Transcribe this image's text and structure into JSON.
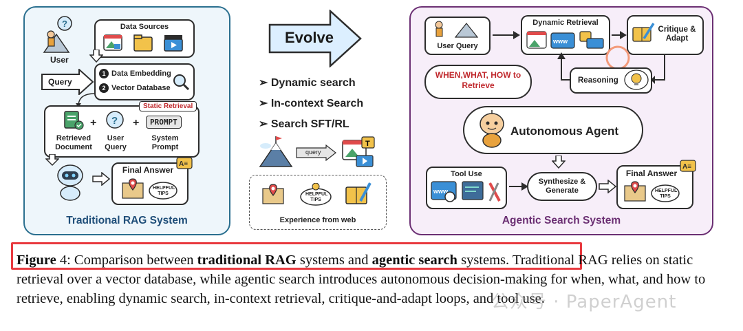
{
  "left_panel": {
    "title": "Traditional RAG System",
    "user_label": "User",
    "query_label": "Query",
    "data_sources_label": "Data Sources",
    "step1": "Data Embedding",
    "step2": "Vector Database",
    "step1_num": "1",
    "step2_num": "2",
    "static_retrieval_tag": "Static Retrieval",
    "retrieved_document": "Retrieved Document",
    "user_query": "User Query",
    "system_prompt": "System Prompt",
    "prompt_badge": "PROMPT",
    "final_answer": "Final Answer",
    "helpful_tips": "HELPFUL TIPS",
    "plus": "+"
  },
  "middle": {
    "evolve_label": "Evolve",
    "bullets": [
      "Dynamic search",
      "In-context Search",
      "Search SFT/RL"
    ],
    "query_arrow_label": "query",
    "experience_label": "Experience from web",
    "helpful_tips": "HELPFUL TIPS"
  },
  "right_panel": {
    "title": "Agentic Search System",
    "user_query": "User Query",
    "dynamic_retrieval": "Dynamic Retrieval",
    "critique_adapt": "Critique & Adapt",
    "reasoning": "Reasoning",
    "when_what_how": "WHEN,WHAT, HOW to Retrieve",
    "autonomous_agent": "Autonomous Agent",
    "tool_use": "Tool Use",
    "synthesize": "Synthesize & Generate",
    "final_answer": "Final Answer",
    "helpful_tips": "HELPFUL TIPS",
    "www": "www"
  },
  "caption": {
    "fig_label": "Figure",
    "fig_num": " 4: Comparison between ",
    "b1": "traditional RAG",
    "t1": " systems and ",
    "b2": "agentic search",
    "t2": " systems. Traditional RAG relies on static retrieval over a vector database, while agentic search introduces autonomous decision-making for when, what, and how to retrieve, enabling dynamic search, in-context retrieval, critique-and-adapt loops, and tool use."
  },
  "watermark": "公众号 · PaperAgent",
  "colors": {
    "left_panel_bg": "#eef6fb",
    "left_panel_border": "#2a6f8f",
    "right_panel_bg": "#f7eef9",
    "right_panel_border": "#6b2f73",
    "title_blue": "#1f4e79",
    "title_purple": "#6b2f73",
    "highlight_red": "#e8393f",
    "retrieval_red": "#c0292d"
  }
}
